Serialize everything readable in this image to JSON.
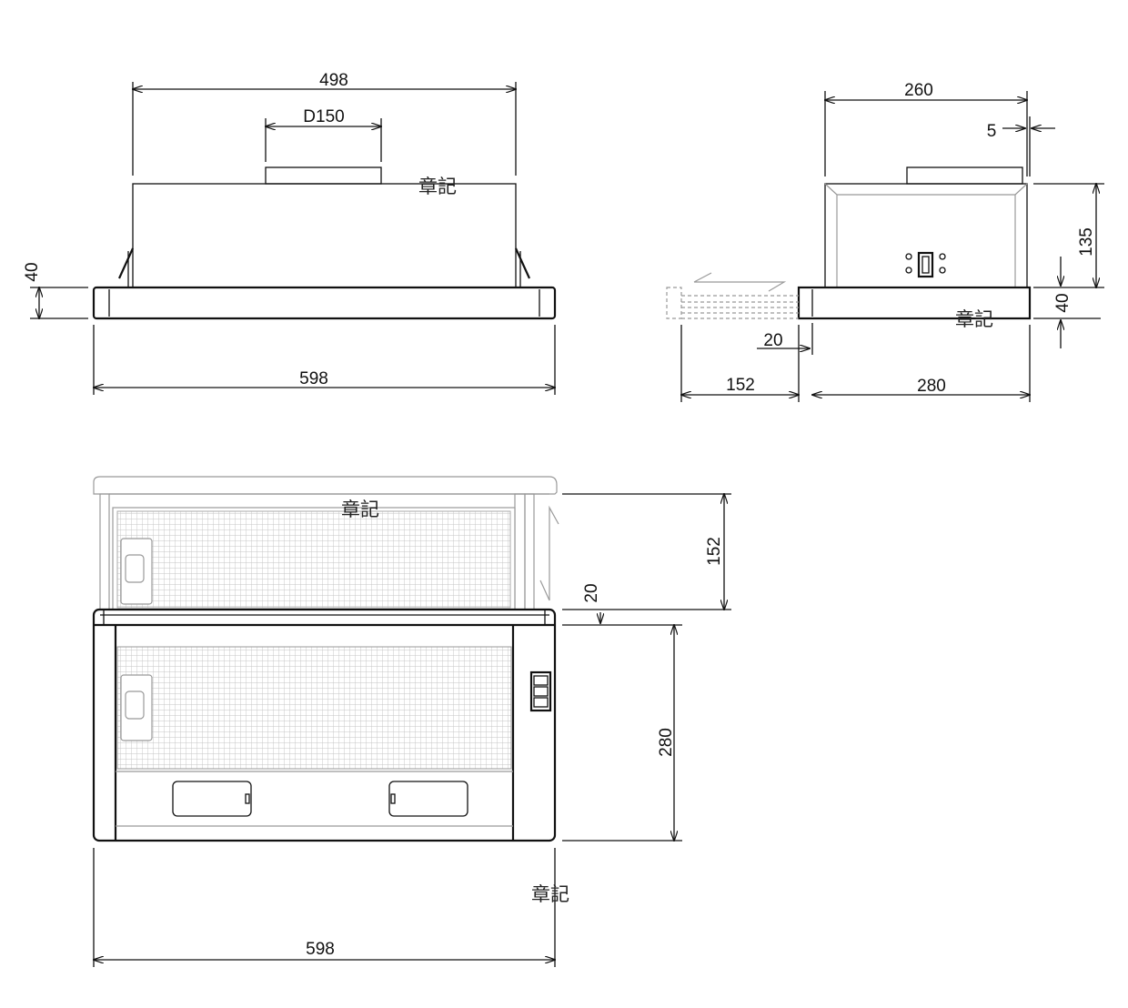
{
  "front_view": {
    "width_body": "498",
    "duct_diameter": "D150",
    "height_base": "40",
    "width_total": "598"
  },
  "side_view": {
    "depth_body": "260",
    "offset_back": "5",
    "height_body": "135",
    "height_base": "40",
    "offset_front": "20",
    "extension": "152",
    "depth_total": "280"
  },
  "top_view": {
    "extension": "152",
    "offset": "20",
    "depth": "280",
    "width_total": "598"
  },
  "watermark": "章記"
}
